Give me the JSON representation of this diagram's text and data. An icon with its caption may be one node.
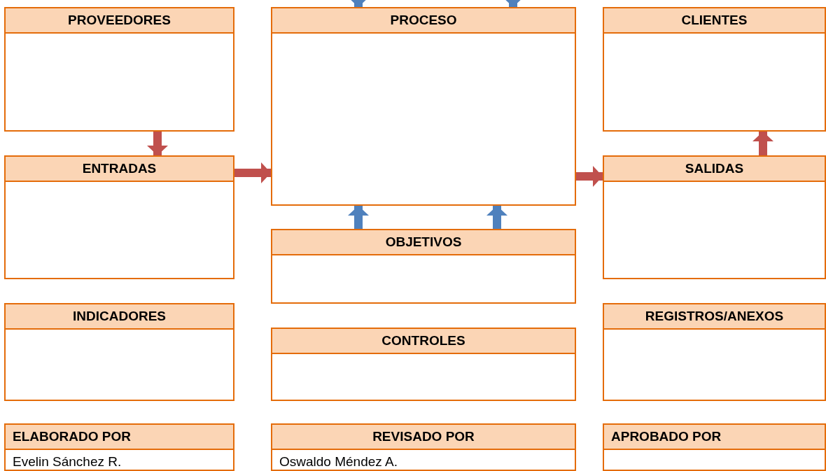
{
  "diagram": {
    "nodes": [
      {
        "text": [
          "PROVEEDORES"
        ]
      },
      {
        "text": [
          "PROCESO"
        ]
      },
      {
        "text": [
          "CLIENTES"
        ]
      },
      {
        "text": [
          "ENTRADAS"
        ]
      },
      {
        "text": [
          "SALIDAS"
        ]
      },
      {
        "text": [
          "OBJETIVOS"
        ]
      },
      {
        "text": [
          "INDICADORES"
        ]
      },
      {
        "text": [
          "CONTROLES"
        ]
      },
      {
        "text": [
          "REGISTROS/ANEXOS"
        ]
      },
      {
        "text": [
          "ELABORADO POR",
          "Evelin Sánchez R."
        ]
      },
      {
        "text": [
          "REVISADO POR",
          "Oswaldo Méndez A."
        ]
      },
      {
        "text": [
          "APROBADO POR"
        ]
      }
    ],
    "edges": [
      {
        "from": 0,
        "to": 3,
        "arrow": "to",
        "color": "#c0504d"
      },
      {
        "from": 3,
        "to": 1,
        "arrow": "to",
        "color": "#c0504d"
      },
      {
        "from": 1,
        "to": 4,
        "arrow": "to",
        "color": "#c0504d"
      },
      {
        "from": 4,
        "to": 2,
        "arrow": "to",
        "color": "#c0504d"
      },
      {
        "from": 5,
        "to": 1,
        "arrow": "to",
        "color": "#4f81bd"
      },
      {
        "from": 5,
        "to": 1,
        "arrow": "to",
        "color": "#4f81bd"
      },
      {
        "from": null,
        "to": 1,
        "arrow": "to",
        "color": "#4f81bd"
      },
      {
        "from": null,
        "to": 1,
        "arrow": "to",
        "color": "#4f81bd"
      }
    ]
  }
}
